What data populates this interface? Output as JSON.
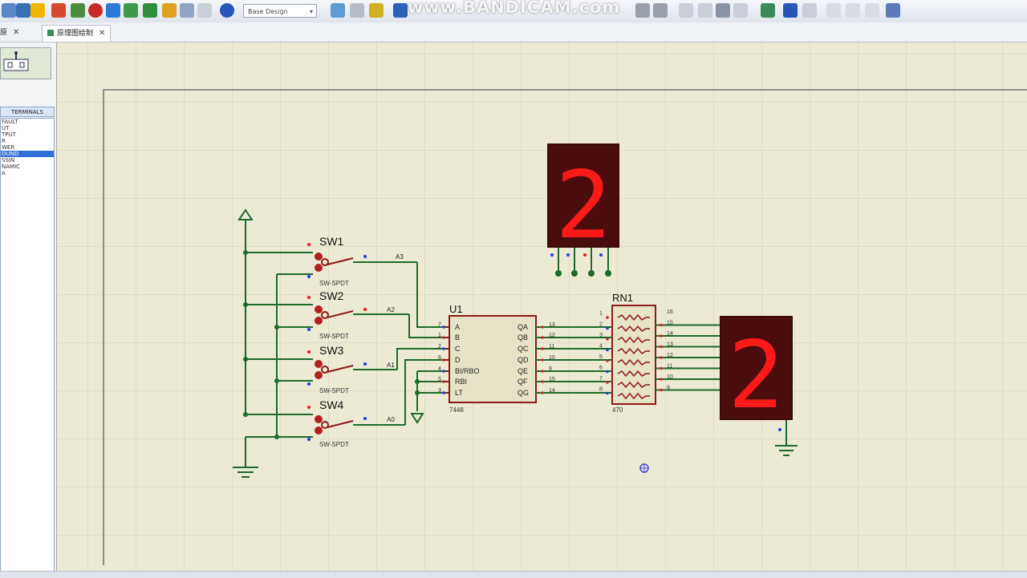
{
  "toolbar": {
    "design_combo": "Base Design",
    "watermark": "www.BANDICAM.com"
  },
  "tabs": [
    {
      "label": "原",
      "close": "✕"
    },
    {
      "label": "原理图绘制",
      "close": "✕"
    }
  ],
  "panel": {
    "header": "TERMINALS",
    "items": [
      "FAULT",
      "UT",
      "TPUT",
      "R",
      "WER",
      "OUND",
      "SSIN",
      "NAMIC",
      "A"
    ],
    "selected_index": 5
  },
  "schematic": {
    "switches": [
      {
        "ref": "SW1",
        "type": "SW-SPDT",
        "net": "A3"
      },
      {
        "ref": "SW2",
        "type": "SW-SPDT",
        "net": "A2"
      },
      {
        "ref": "SW3",
        "type": "SW-SPDT",
        "net": "A1"
      },
      {
        "ref": "SW4",
        "type": "SW-SPDT",
        "net": "A0"
      }
    ],
    "decoder": {
      "ref": "U1",
      "part": "7448",
      "inputs": [
        {
          "pin": "7",
          "name": "A"
        },
        {
          "pin": "1",
          "name": "B"
        },
        {
          "pin": "2",
          "name": "C"
        },
        {
          "pin": "6",
          "name": "D"
        },
        {
          "pin": "4",
          "name": "BI/RBO"
        },
        {
          "pin": "5",
          "name": "RBI"
        },
        {
          "pin": "3",
          "name": "LT"
        }
      ],
      "outputs": [
        {
          "pin": "13",
          "name": "QA"
        },
        {
          "pin": "12",
          "name": "QB"
        },
        {
          "pin": "11",
          "name": "QC"
        },
        {
          "pin": "10",
          "name": "QD"
        },
        {
          "pin": "9",
          "name": "QE"
        },
        {
          "pin": "15",
          "name": "QF"
        },
        {
          "pin": "14",
          "name": "QG"
        }
      ]
    },
    "resistor_net": {
      "ref": "RN1",
      "value": "470",
      "left_pins": [
        "1",
        "2",
        "3",
        "4",
        "5",
        "6",
        "7",
        "8"
      ],
      "right_pins": [
        "16",
        "15",
        "14",
        "13",
        "12",
        "11",
        "10",
        "9"
      ]
    },
    "display_top": {
      "digit": "2"
    },
    "display_right": {
      "digit": "2"
    }
  }
}
